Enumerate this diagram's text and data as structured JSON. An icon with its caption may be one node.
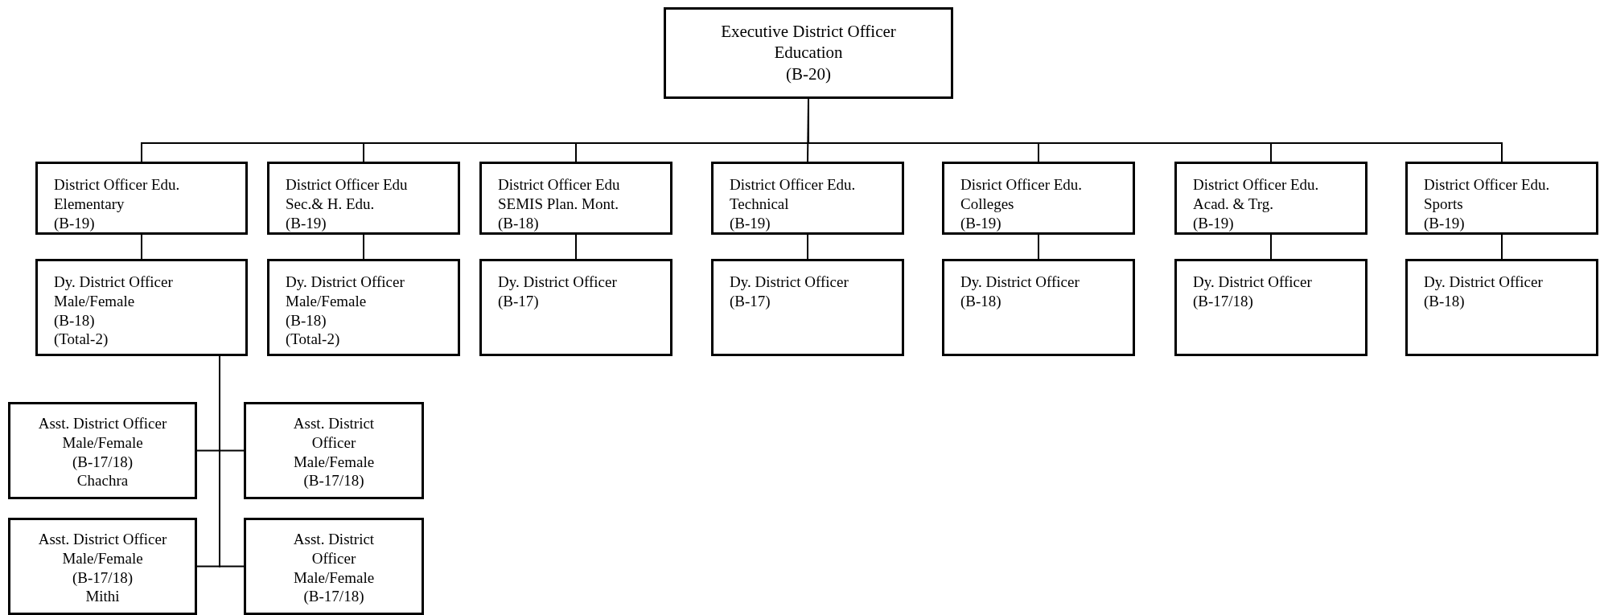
{
  "diagram": {
    "nodes": [
      {
        "text": [
          "Executive District Officer",
          "Education",
          "(B-20)"
        ]
      },
      {
        "text": [
          "District Officer Edu.",
          "Elementary",
          "(B-19)"
        ]
      },
      {
        "text": [
          "District Officer Edu",
          "Sec.& H. Edu.",
          "(B-19)"
        ]
      },
      {
        "text": [
          "District Officer Edu",
          "SEMIS Plan. Mont.",
          "(B-18)"
        ]
      },
      {
        "text": [
          "District Officer Edu.",
          "Technical",
          "(B-19)"
        ]
      },
      {
        "text": [
          "Disrict Officer Edu.",
          "Colleges",
          "(B-19)"
        ]
      },
      {
        "text": [
          "District Officer Edu.",
          "Acad. & Trg.",
          "(B-19)"
        ]
      },
      {
        "text": [
          "District Officer Edu.",
          "Sports",
          "(B-19)"
        ]
      },
      {
        "text": [
          "Dy. District Officer",
          "Male/Female",
          "(B-18)",
          "(Total-2)"
        ]
      },
      {
        "text": [
          "Dy. District Officer",
          "Male/Female",
          "(B-18)",
          "(Total-2)"
        ]
      },
      {
        "text": [
          "Dy. District Officer",
          "(B-17)"
        ]
      },
      {
        "text": [
          "Dy. District Officer",
          "(B-17)"
        ]
      },
      {
        "text": [
          "Dy. District Officer",
          "(B-18)"
        ]
      },
      {
        "text": [
          "Dy. District Officer",
          "(B-17/18)"
        ]
      },
      {
        "text": [
          "Dy. District Officer",
          "(B-18)"
        ]
      },
      {
        "text": [
          "Asst. District Officer",
          "Male/Female",
          "(B-17/18)",
          "Chachra"
        ]
      },
      {
        "text": [
          "Asst. District Officer",
          "Male/Female",
          "(B-17/18)"
        ]
      },
      {
        "text": [
          "Asst. District Officer",
          "Male/Female",
          "(B-17/18)",
          "Mithi"
        ]
      },
      {
        "text": [
          "Asst. District Officer",
          "Male/Female",
          "(B-17/18)"
        ]
      }
    ],
    "edges": [
      {
        "from": 0,
        "to": 1,
        "arrow": "none"
      },
      {
        "from": 0,
        "to": 2,
        "arrow": "none"
      },
      {
        "from": 0,
        "to": 3,
        "arrow": "none"
      },
      {
        "from": 0,
        "to": 4,
        "arrow": "none"
      },
      {
        "from": 0,
        "to": 5,
        "arrow": "none"
      },
      {
        "from": 0,
        "to": 6,
        "arrow": "none"
      },
      {
        "from": 0,
        "to": 7,
        "arrow": "none"
      },
      {
        "from": 1,
        "to": 8,
        "arrow": "none"
      },
      {
        "from": 2,
        "to": 9,
        "arrow": "none"
      },
      {
        "from": 3,
        "to": 10,
        "arrow": "none"
      },
      {
        "from": 4,
        "to": 11,
        "arrow": "none"
      },
      {
        "from": 5,
        "to": 12,
        "arrow": "none"
      },
      {
        "from": 6,
        "to": 13,
        "arrow": "none"
      },
      {
        "from": 7,
        "to": 14,
        "arrow": "none"
      },
      {
        "from": 8,
        "to": 15,
        "arrow": "none"
      },
      {
        "from": 8,
        "to": 16,
        "arrow": "none"
      },
      {
        "from": 8,
        "to": 17,
        "arrow": "none"
      },
      {
        "from": 8,
        "to": 18,
        "arrow": "none"
      }
    ]
  }
}
